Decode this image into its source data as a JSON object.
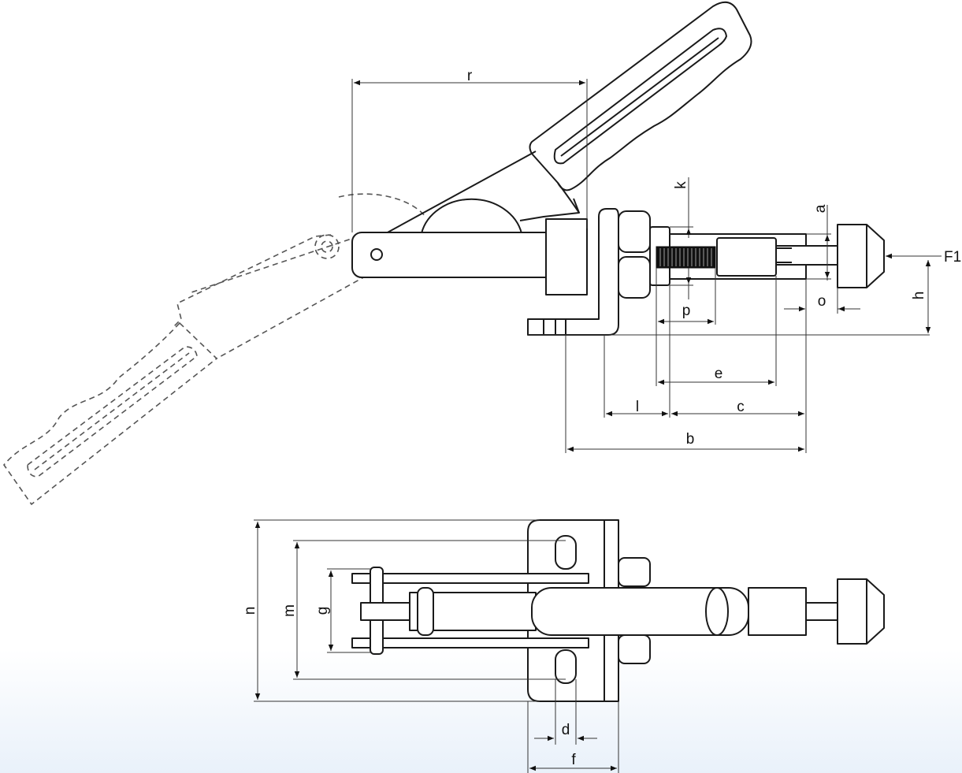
{
  "title": "Push-pull toggle clamp dimension drawing",
  "side_view": {
    "labels": {
      "r": "r",
      "k": "k",
      "a": "a",
      "F1": "F1",
      "h": "h",
      "o": "o",
      "p": "p",
      "e": "e",
      "l": "l",
      "c": "c",
      "b": "b"
    }
  },
  "top_view": {
    "labels": {
      "n": "n",
      "m": "m",
      "g": "g",
      "d": "d",
      "f": "f"
    }
  },
  "colors": {
    "line": "#1a1a1a",
    "background_bottom": "#e9f1fa"
  }
}
